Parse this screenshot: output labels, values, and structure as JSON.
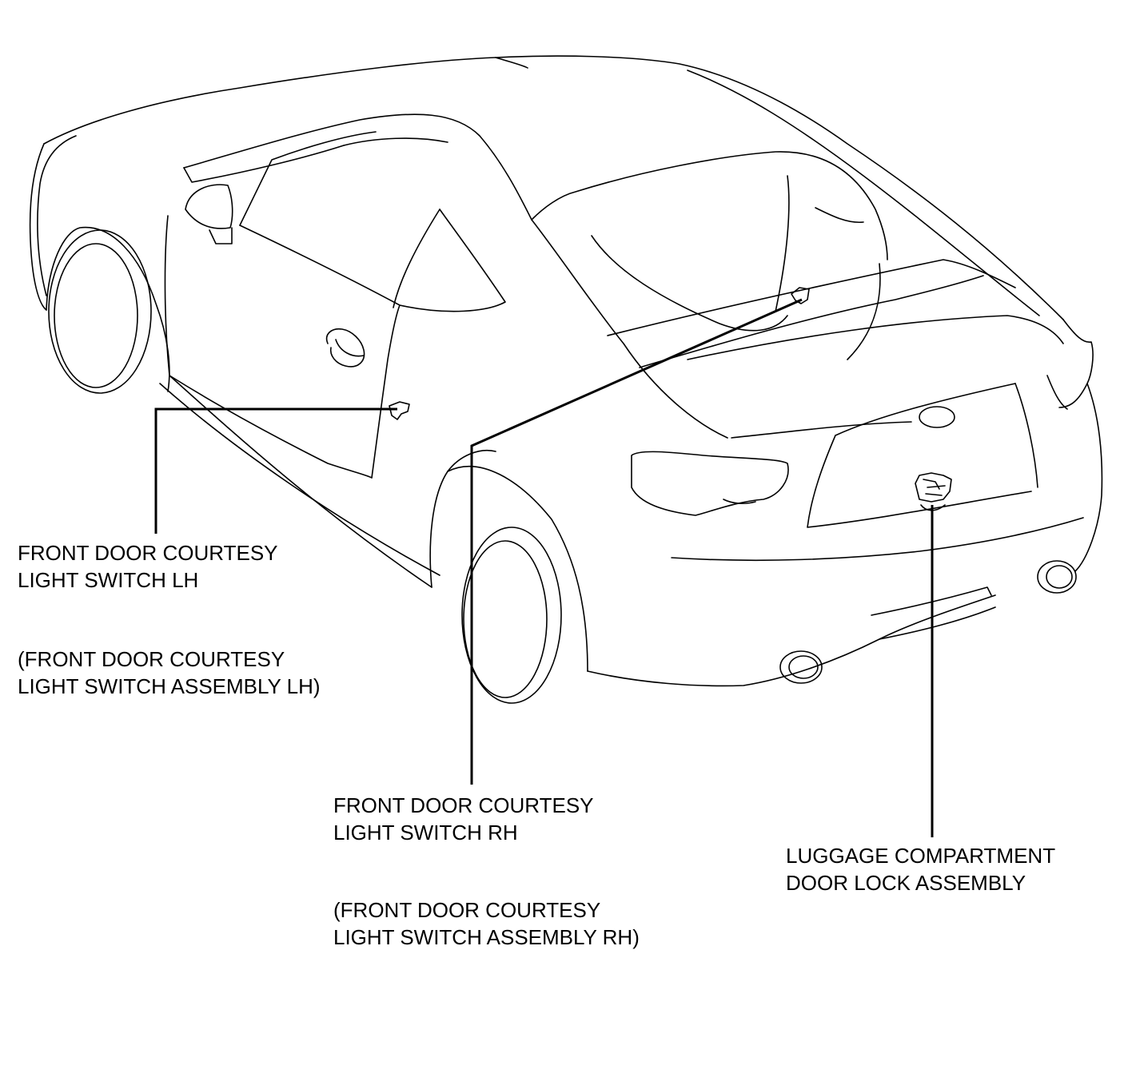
{
  "labels": {
    "lh": {
      "line1": "FRONT DOOR COURTESY",
      "line2": "LIGHT SWITCH LH",
      "alt1": "(FRONT DOOR COURTESY",
      "alt2": "LIGHT SWITCH ASSEMBLY LH)"
    },
    "rh": {
      "line1": "FRONT DOOR COURTESY",
      "line2": "LIGHT SWITCH RH",
      "alt1": "(FRONT DOOR COURTESY",
      "alt2": "LIGHT SWITCH ASSEMBLY RH)"
    },
    "lock": {
      "line1": "LUGGAGE COMPARTMENT",
      "line2": "DOOR LOCK ASSEMBLY"
    }
  },
  "colors": {
    "line": "#000000",
    "background": "#ffffff"
  }
}
